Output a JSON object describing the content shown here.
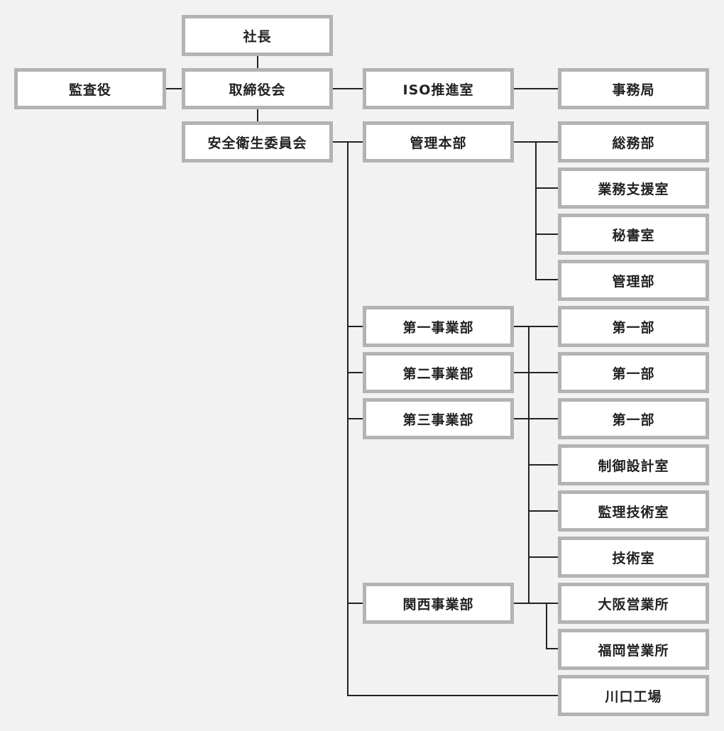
{
  "org": {
    "president": "社長",
    "auditor": "監査役",
    "board": "取締役会",
    "iso_office": "ISO推進室",
    "secretariat": "事務局",
    "safety_committee": "安全衛生委員会",
    "admin_hq": "管理本部",
    "admin_units": [
      "総務部",
      "業務支援室",
      "秘書室",
      "管理部"
    ],
    "divisions": [
      "第一事業部",
      "第二事業部",
      "第三事業部",
      "関西事業部"
    ],
    "division_units": [
      "第一部",
      "第一部",
      "第一部",
      "制御設計室",
      "監理技術室",
      "技術室",
      "大阪営業所",
      "福岡営業所"
    ],
    "factory": "川口工場"
  },
  "colors": {
    "background": "#f2f2f2",
    "box_fill": "#ffffff",
    "box_border": "#b3b3b3",
    "connector": "#222222"
  }
}
